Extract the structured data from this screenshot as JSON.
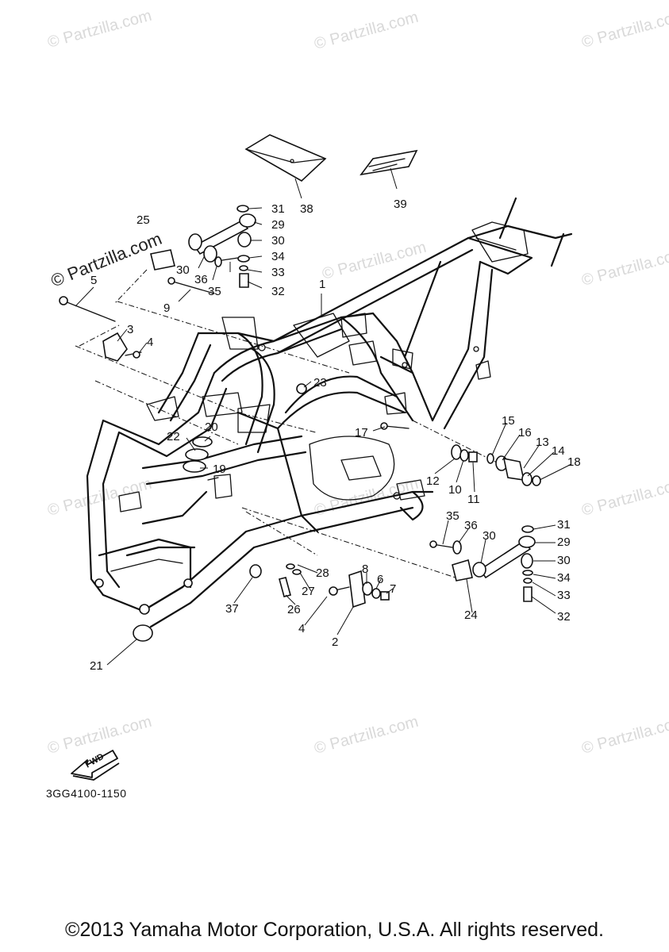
{
  "watermark": {
    "text": "© Partzilla.com",
    "color": "#d9d9d9"
  },
  "fwd_label": "FWD",
  "diagram_code": "3GG4100-1150",
  "copyright": "©2013 Yamaha Motor Corporation, U.S.A. All rights reserved.",
  "callouts": {
    "c1": "1",
    "c2": "2",
    "c3": "3",
    "c4a": "4",
    "c4b": "4",
    "c5": "5",
    "c6": "6",
    "c7": "7",
    "c8": "8",
    "c9": "9",
    "c10": "10",
    "c11": "11",
    "c12": "12",
    "c13": "13",
    "c14": "14",
    "c15": "15",
    "c16": "16",
    "c17": "17",
    "c18": "18",
    "c19": "19",
    "c20": "20",
    "c21": "21",
    "c22": "22",
    "c23": "23",
    "c24": "24",
    "c25": "25",
    "c26": "26",
    "c27": "27",
    "c28": "28",
    "c29a": "29",
    "c29b": "29",
    "c30a": "30",
    "c30b": "30",
    "c30c": "30",
    "c31a": "31",
    "c31b": "31",
    "c32a": "32",
    "c32b": "32",
    "c33a": "33",
    "c33b": "33",
    "c34a": "34",
    "c34b": "34",
    "c35a": "35",
    "c35b": "35",
    "c36a": "36",
    "c36b": "36",
    "c37": "37",
    "c38": "38",
    "c39": "39"
  }
}
